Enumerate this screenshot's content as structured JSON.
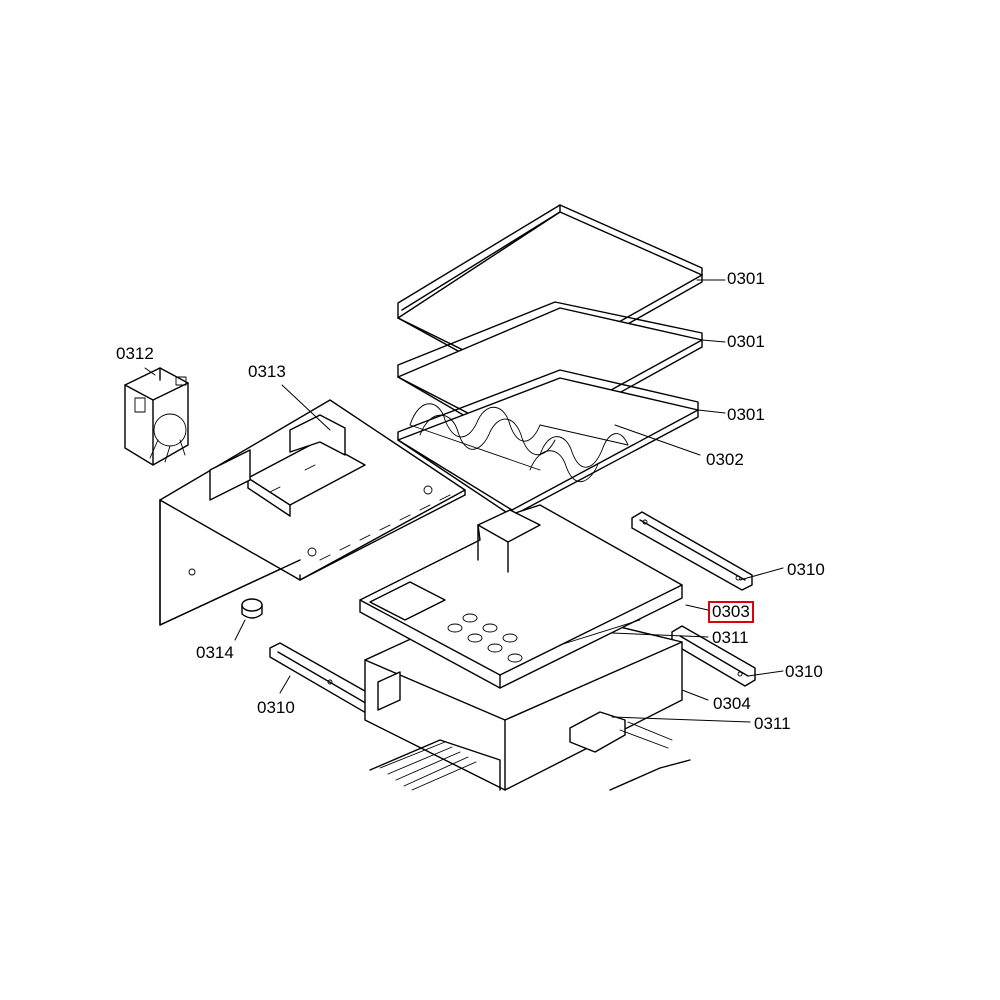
{
  "labels": {
    "shelf_top": "0301",
    "shelf_middle": "0301",
    "shelf_lower": "0301",
    "bottle_rack": "0302",
    "crisper_tray": "0303",
    "crisper_box": "0304",
    "rail_right_upper": "0310",
    "rail_right_lower": "0310",
    "rail_left": "0310",
    "cover_upper": "0311",
    "cover_lower": "0311",
    "fan_unit": "0312",
    "divider_panel": "0313",
    "knob": "0314"
  },
  "colors": {
    "line": "#000000",
    "highlight": "#e0000a",
    "background": "#ffffff"
  },
  "highlighted_part": "0303"
}
